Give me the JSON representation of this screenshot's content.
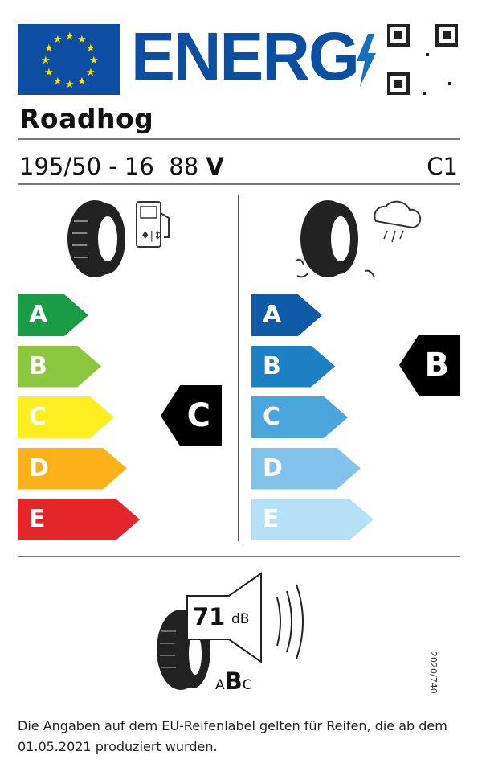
{
  "header": {
    "energy_wordmark": "ENERG",
    "brand": "Roadhog",
    "tyre_size": "195/50 - 16",
    "load_index": "88",
    "speed_rating": "V",
    "tyre_class": "C1"
  },
  "fuel_efficiency": {
    "scale": [
      "A",
      "B",
      "C",
      "D",
      "E"
    ],
    "colors": [
      "#1a9c47",
      "#8dc63f",
      "#fcee21",
      "#fbb117",
      "#e3262a"
    ],
    "rating": "C"
  },
  "wet_grip": {
    "scale": [
      "A",
      "B",
      "C",
      "D",
      "E"
    ],
    "colors": [
      "#0d5aa7",
      "#1c80c3",
      "#4aa6dc",
      "#81c3ea",
      "#b5e0f6"
    ],
    "rating": "B"
  },
  "noise": {
    "value": "71",
    "unit": "dB",
    "classes": [
      "A",
      "B",
      "C"
    ],
    "rating": "B"
  },
  "regulation": "2020/740",
  "footer": "Die Angaben auf dem EU-Reifenlabel gelten für Reifen, die ab dem 01.05.2021 produziert wurden."
}
